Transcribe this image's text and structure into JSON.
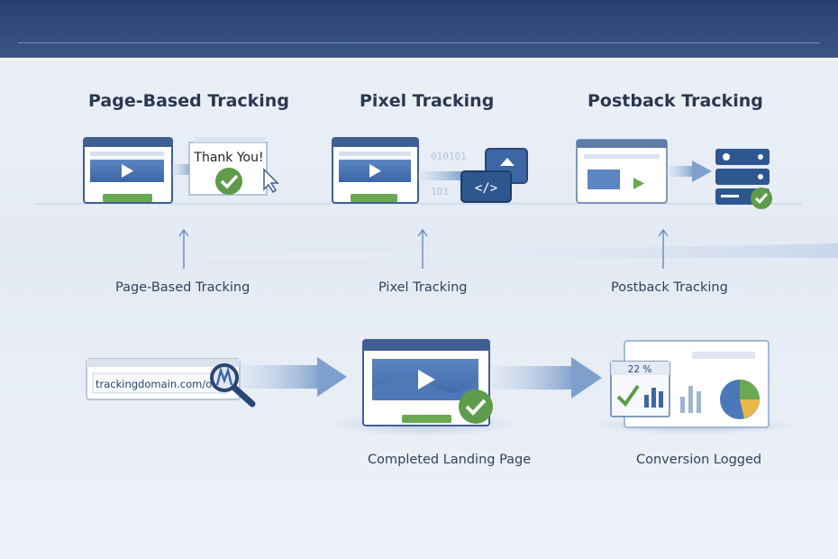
{
  "header": {
    "titles": [
      "Page-Based Tracking",
      "Pixel Tracking",
      "Postback Tracking"
    ]
  },
  "illustrations": {
    "thank_you": "Thank You!",
    "binary_top": "010101",
    "binary_bottom": "101",
    "url": "trackingdomain.com/offer",
    "percent": "22 %"
  },
  "labels": {
    "row1": [
      "Page-Based Tracking",
      "Pixel Tracking",
      "Postback Tracking"
    ],
    "row2": [
      "Completed Landing Page",
      "Conversion Logged"
    ]
  },
  "colors": {
    "navy": "#2a4675",
    "accent": "#4a78b8",
    "green": "#5d9a4a",
    "light": "#dbe5f2"
  }
}
